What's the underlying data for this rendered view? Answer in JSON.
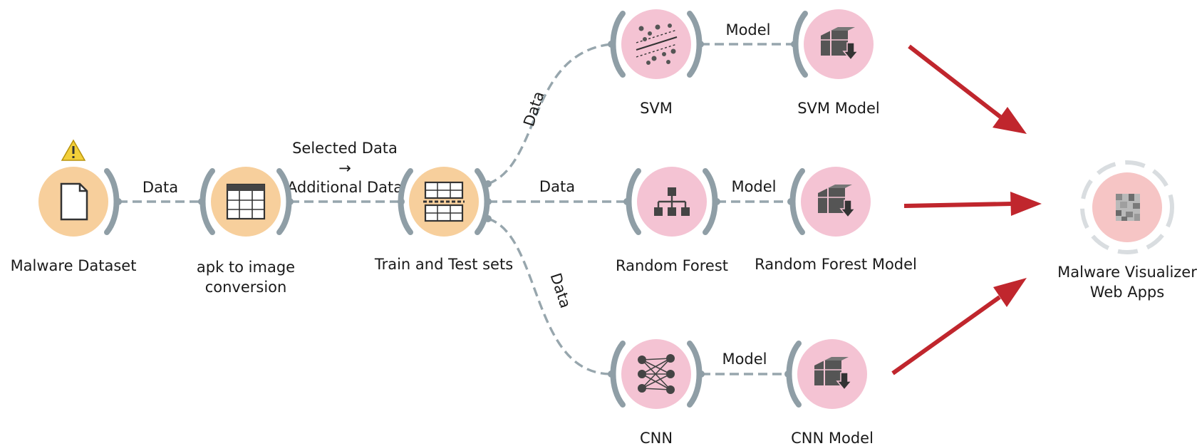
{
  "nodes": {
    "malware_dataset": {
      "label": "Malware Dataset",
      "icon": "file-icon",
      "color": "#f7cf9c",
      "warning_icon": "warning-icon"
    },
    "apk_to_image": {
      "label": [
        "apk to image",
        "conversion"
      ],
      "icon": "table-icon",
      "color": "#f7cf9c"
    },
    "train_test": {
      "label": "Train and Test sets",
      "icon": "data-sampler-icon",
      "color": "#f7cf9c"
    },
    "svm": {
      "label": "SVM",
      "icon": "svm-scatter-icon",
      "color": "#f4c3d3"
    },
    "random_forest": {
      "label": "Random Forest",
      "icon": "tree-hierarchy-icon",
      "color": "#f4c3d3"
    },
    "cnn": {
      "label": "CNN",
      "icon": "neural-network-icon",
      "color": "#f4c3d3"
    },
    "svm_model": {
      "label": "SVM Model",
      "icon": "save-model-icon",
      "color": "#f4c3d3"
    },
    "rf_model": {
      "label": "Random Forest Model",
      "icon": "save-model-icon",
      "color": "#f4c3d3"
    },
    "cnn_model": {
      "label": "CNN Model",
      "icon": "save-model-icon",
      "color": "#f4c3d3"
    },
    "visualizer": {
      "label": [
        "Malware Visualizer",
        "Web Apps"
      ],
      "icon": "pixel-image-icon",
      "color": "#f6c5c5"
    }
  },
  "links": {
    "dataset_to_apk": "Data",
    "apk_to_train": [
      "Selected Data",
      "→",
      "Additional Data"
    ],
    "train_to_svm": "Data",
    "train_to_rf": "Data",
    "train_to_cnn": "Data",
    "svm_to_model": "Model",
    "rf_to_model": "Model",
    "cnn_to_model": "Model"
  },
  "colors": {
    "data_node": "#f7cf9c",
    "model_node": "#f4c3d3",
    "link": "#97a6ad",
    "arrow": "#c0262d"
  }
}
